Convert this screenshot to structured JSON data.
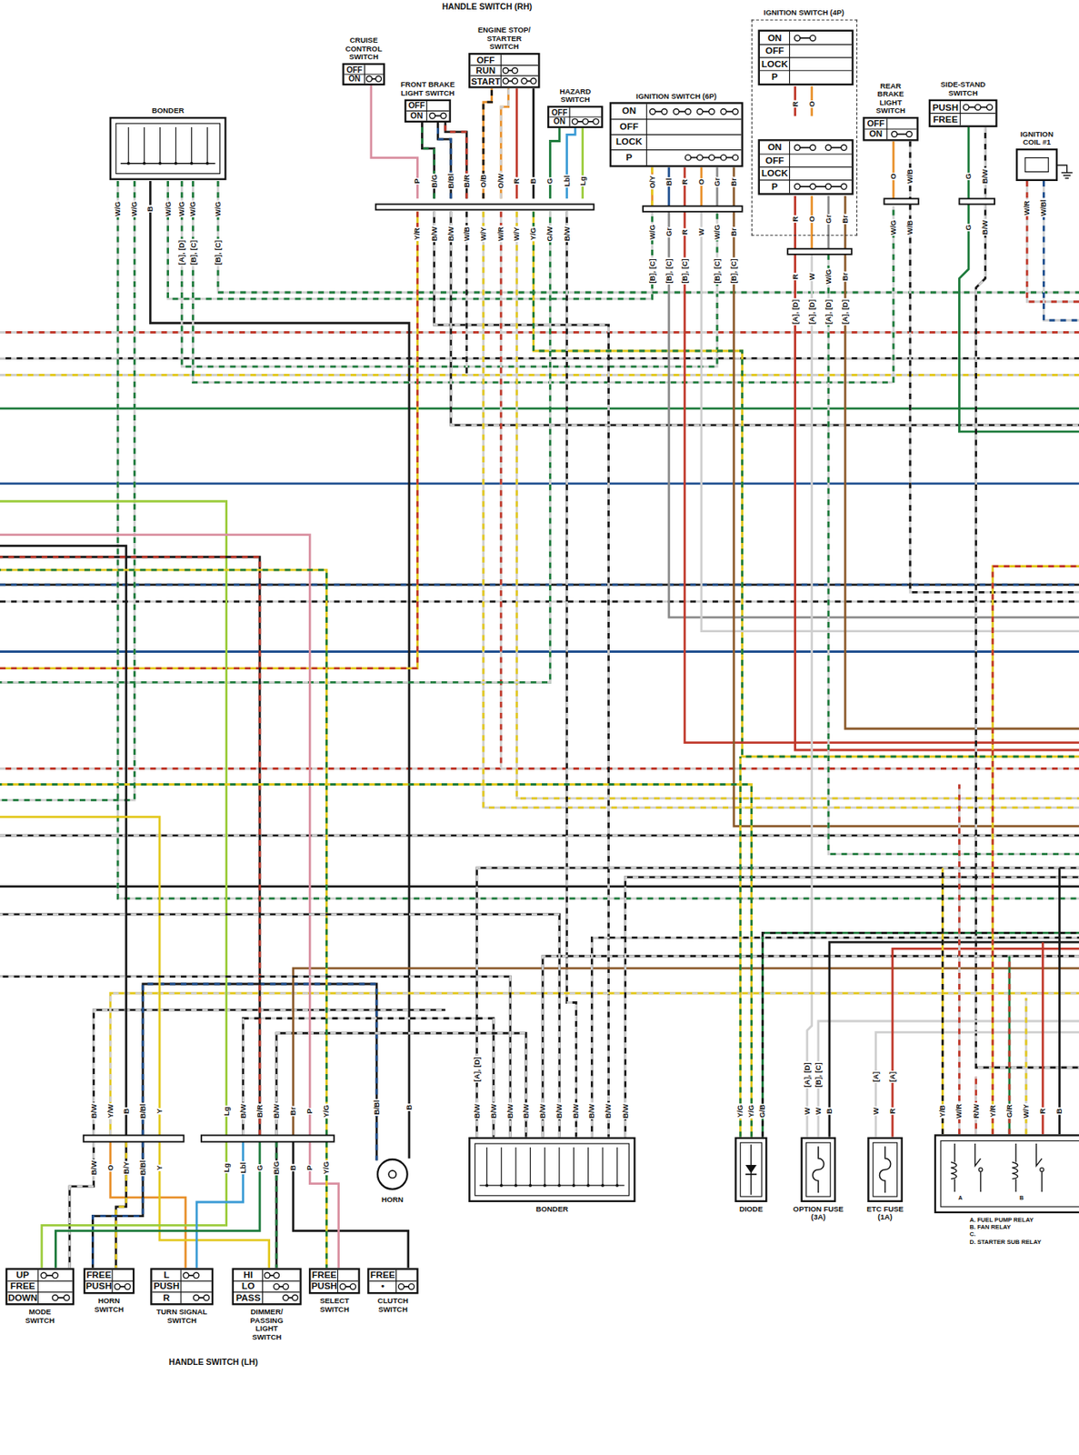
{
  "diagram": {
    "nodes": [
      {
        "text": [
          "BONDER"
        ]
      },
      {
        "text": [
          "CRUISE CONTROL SWITCH",
          "OFF",
          "ON"
        ]
      },
      {
        "text": [
          "FRONT BRAKE LIGHT SWITCH",
          "OFF",
          "ON"
        ]
      },
      {
        "text": [
          "ENGINE STOP/ STARTER SWITCH",
          "OFF",
          "RUN",
          "START"
        ]
      },
      {
        "text": [
          "HAZARD SWITCH",
          "OFF",
          "ON"
        ]
      },
      {
        "text": [
          "IGNITION SWITCH (6P)",
          "ON",
          "OFF",
          "LOCK",
          "P"
        ]
      },
      {
        "text": [
          "IGNITION SWITCH (4P)"
        ]
      },
      {
        "text": [
          "ON",
          "OFF",
          "LOCK",
          "P"
        ],
        "in": 6
      },
      {
        "text": [
          "ON",
          "OFF",
          "LOCK",
          "P"
        ],
        "in": 6
      },
      {
        "text": [
          "REAR BRAKE LIGHT SWITCH",
          "OFF",
          "ON"
        ]
      },
      {
        "text": [
          "SIDE-STAND SWITCH",
          "PUSH",
          "FREE"
        ]
      },
      {
        "text": [
          "IGNITION COIL #1"
        ]
      },
      {
        "text": [
          "HORN"
        ]
      },
      {
        "text": [
          "BONDER"
        ]
      },
      {
        "text": [
          "DIODE"
        ]
      },
      {
        "text": [
          "OPTION FUSE (3A)"
        ]
      },
      {
        "text": [
          "ETC FUSE (1A)"
        ]
      },
      {
        "text": [
          "A",
          "B",
          "A. FUEL PUMP RELAY",
          "B. FAN RELAY",
          "C.",
          "D. STARTER SUB RELAY"
        ]
      },
      {
        "text": [
          "MODE SWITCH",
          "UP",
          "FREE",
          "DOWN"
        ]
      },
      {
        "text": [
          "HORN SWITCH",
          "FREE",
          "PUSH"
        ]
      },
      {
        "text": [
          "TURN SIGNAL SWITCH",
          "L",
          "PUSH",
          "R"
        ]
      },
      {
        "text": [
          "DIMMER/ PASSING LIGHT SWITCH",
          "HI",
          "LO",
          "PASS"
        ]
      },
      {
        "text": [
          "SELECT SWITCH",
          "FREE",
          "PUSH"
        ]
      },
      {
        "text": [
          "CLUTCH SWITCH",
          "FREE",
          "•"
        ]
      }
    ],
    "labels": [
      "HANDLE SWITCH (RH)",
      "W/G",
      "W/G",
      "B",
      "W/G",
      "W/G",
      "W/G",
      "W/G",
      "[A], [D]",
      "[B], [C]",
      "[B], [C]",
      "P",
      "B/G",
      "B/Bl",
      "B/R",
      "O/B",
      "O/W",
      "R",
      "B",
      "G",
      "Lbl",
      "Lg",
      "Y/R",
      "B/W",
      "B/W",
      "W/B",
      "W/Y",
      "W/R",
      "W/Y",
      "Y/G",
      "G/W",
      "B/W",
      "O/Y",
      "Bl",
      "R",
      "O",
      "Gr",
      "Br",
      "W/G",
      "Gr",
      "R",
      "W",
      "W/G",
      "Br",
      "[B], [C]",
      "[B], [C]",
      "[B], [C]",
      "[B], [C]",
      "[B], [C]",
      "R",
      "O",
      "R",
      "O",
      "Gr",
      "Br",
      "R",
      "W",
      "W/G",
      "Br",
      "[A], [D]",
      "[A], [D]",
      "[A], [D]",
      "[A], [D]",
      "O",
      "W/B",
      "W/G",
      "W/B",
      "G",
      "B/W",
      "G",
      "B/W",
      "W/R",
      "W/Bl",
      "B/Bl",
      "B",
      "B/W",
      "Y/W",
      "B",
      "B/Bl",
      "Y",
      "Lg",
      "B/W",
      "B/R",
      "B/W",
      "Br",
      "P",
      "Y/G",
      "[A], [D]",
      "B/W",
      "B/W",
      "B/W",
      "B/W",
      "B/W",
      "B/W",
      "B/W",
      "B/W",
      "B/W",
      "B/W",
      "Y/G",
      "Y/G",
      "G/B",
      "[A], [D]",
      "[B], [C]",
      "W",
      "W",
      "B",
      "[A]",
      "[A]",
      "W",
      "R",
      "Y/B",
      "W/R",
      "R/W",
      "Y/R",
      "G/R",
      "W/Y",
      "R",
      "B",
      "B/W",
      "O",
      "B/Y",
      "B/Bl",
      "Y",
      "Lg",
      "Lbl",
      "G",
      "B/G",
      "B",
      "P",
      "Y/G",
      "HANDLE SWITCH (LH)"
    ]
  }
}
